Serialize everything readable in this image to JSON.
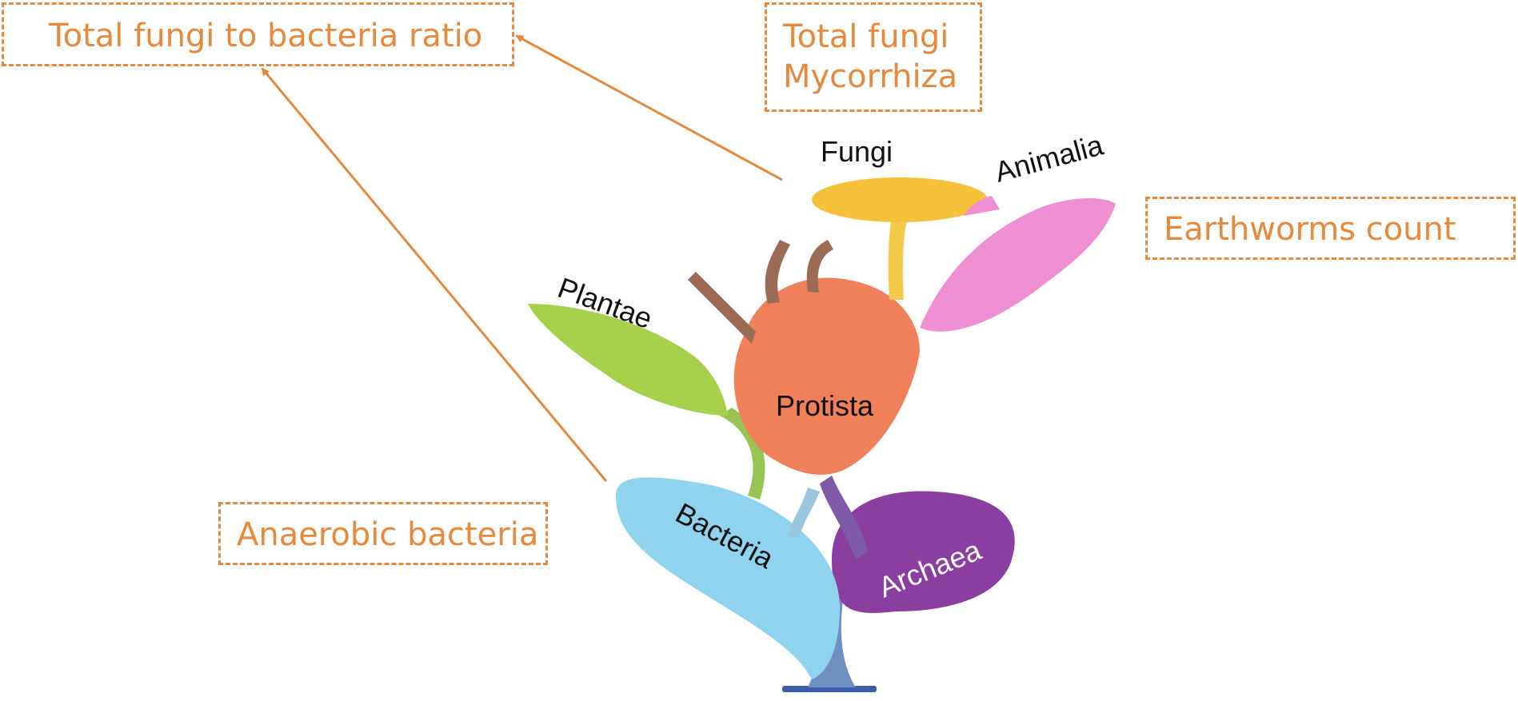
{
  "callouts": {
    "ratio": "Total fungi to bacteria ratio",
    "fungi_line1": "Total fungi",
    "fungi_line2": "Mycorrhiza",
    "earthworms": "Earthworms count",
    "anaerobic": "Anaerobic bacteria"
  },
  "taxa": {
    "fungi": "Fungi",
    "animalia": "Animalia",
    "plantae": "Plantae",
    "protista": "Protista",
    "bacteria": "Bacteria",
    "archaea": "Archaea"
  },
  "colors": {
    "accent": "#E8883A",
    "fungi": "#F5C13A",
    "animalia": "#EE8FD3",
    "plantae": "#A6CF4A",
    "protista": "#F0805A",
    "bacteria": "#8FD3EE",
    "archaea": "#8A3FA0",
    "roots": "#9C6B55"
  }
}
